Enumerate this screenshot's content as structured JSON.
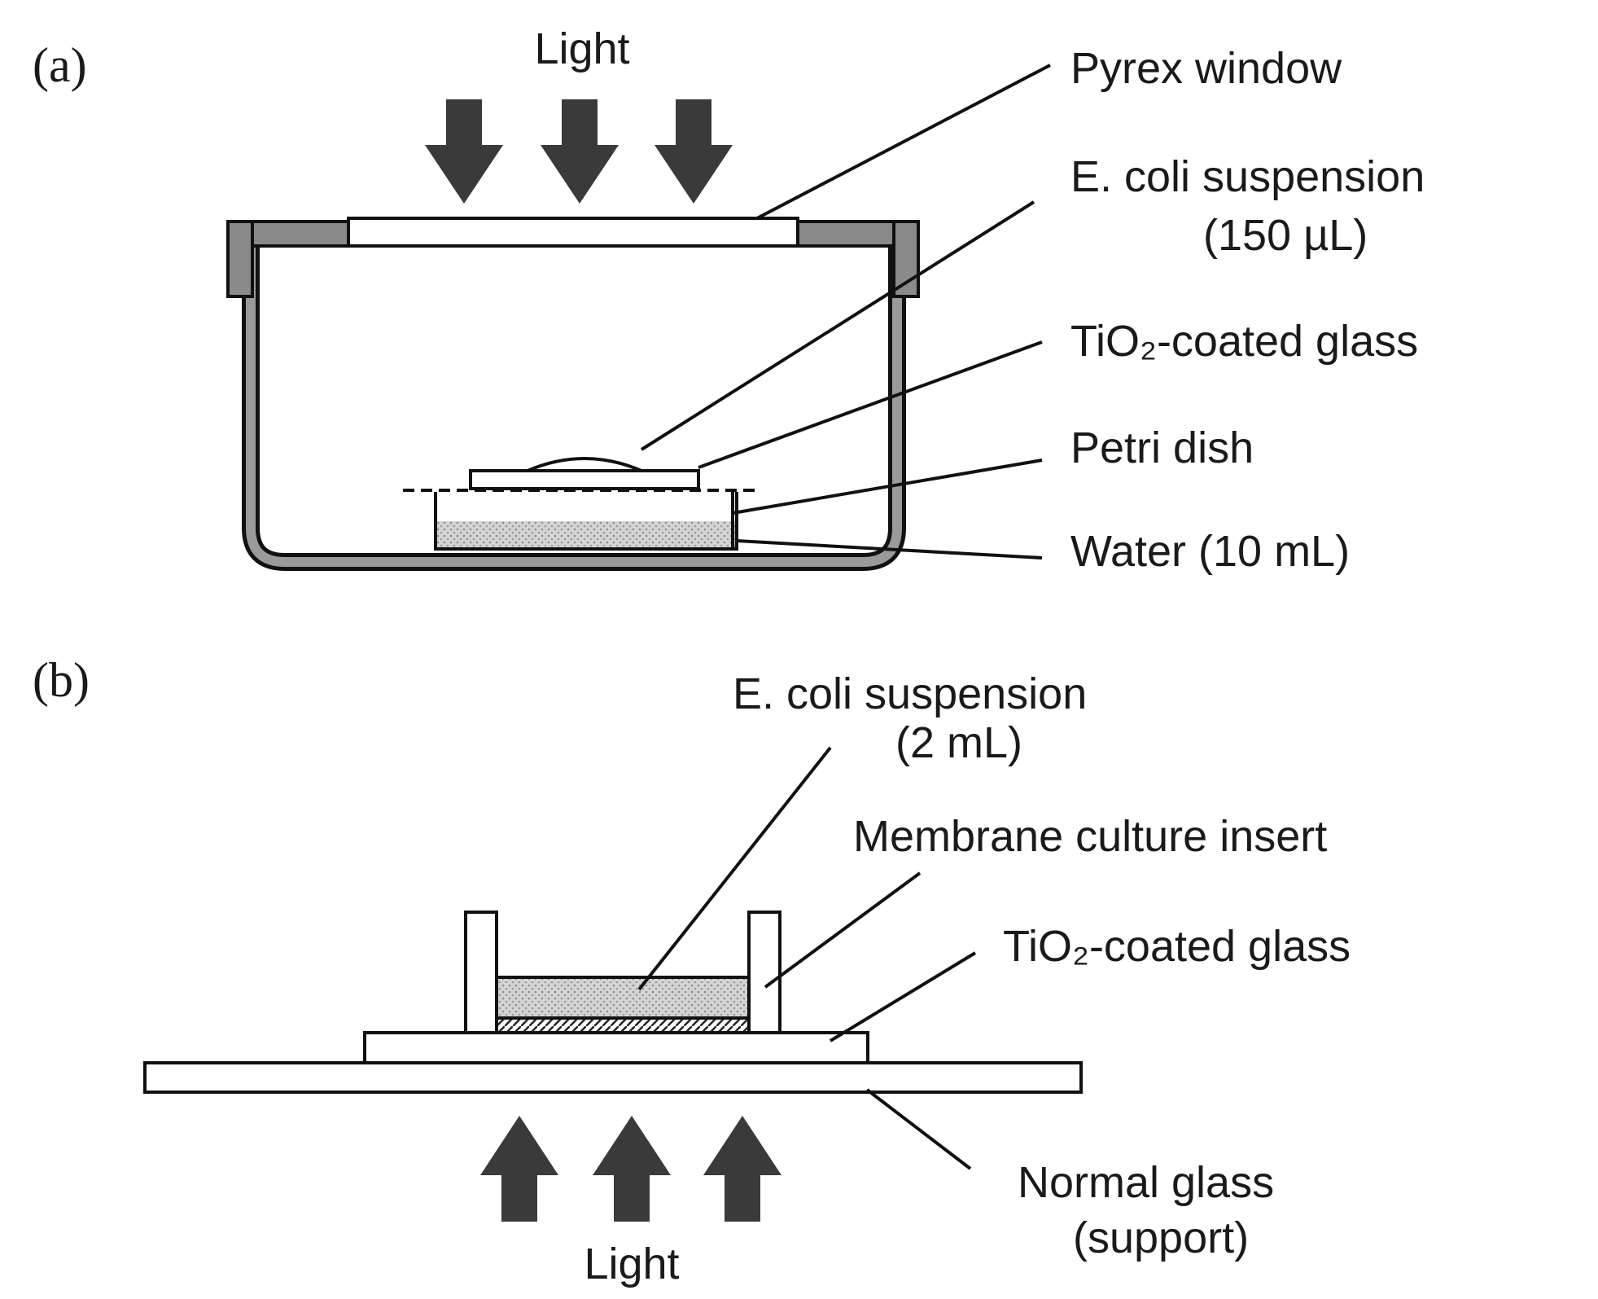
{
  "panel_a": {
    "tag": "(a)",
    "light": "Light",
    "labels": {
      "pyrex": "Pyrex window",
      "ecoli_1": "E. coli suspension",
      "ecoli_2": "(150 µL)",
      "tio2": "TiO₂-coated glass",
      "petri": "Petri dish",
      "water": "Water (10 mL)"
    }
  },
  "panel_b": {
    "tag": "(b)",
    "light": "Light",
    "labels": {
      "ecoli_1": "E. coli suspension",
      "ecoli_2": "(2 mL)",
      "membrane": "Membrane culture insert",
      "tio2": "TiO₂-coated glass",
      "normal_1": "Normal glass",
      "normal_2": "(support)"
    }
  },
  "colors": {
    "ink": "#111111",
    "arrow": "#3a3a3a",
    "frame_fill": "#8a8a8a",
    "liquid": "#c9c9c9"
  }
}
